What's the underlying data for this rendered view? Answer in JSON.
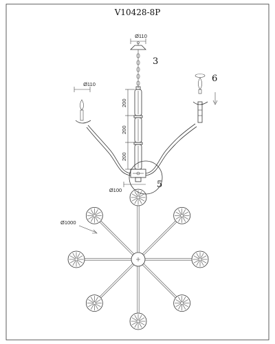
{
  "title": "V10428-8P",
  "dims": {
    "canopy_dia": "Ø110",
    "cup_left_dia": "Ø110",
    "seg1": "200",
    "seg2": "200",
    "seg3": "200",
    "hub_dia": "Ø100",
    "span_dia": "Ø1000"
  },
  "callouts": {
    "canopy": "3",
    "bulb": "6",
    "hub": "5"
  },
  "arrow_icon": "down-arrow-icon",
  "arm_count": 8
}
